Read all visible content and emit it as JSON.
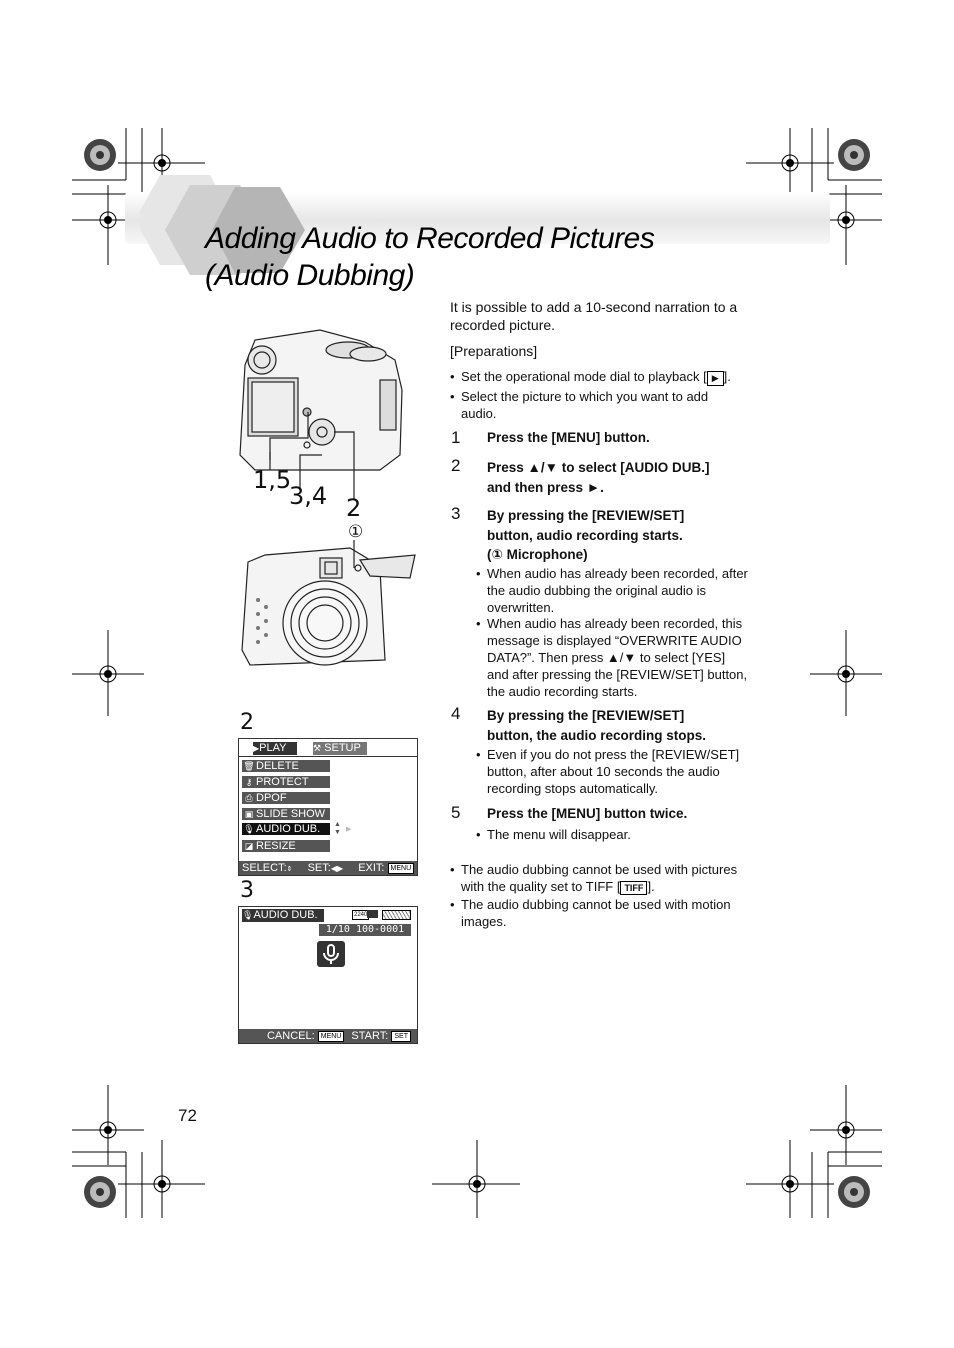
{
  "title_line1": "Adding Audio to Recorded Pictures",
  "title_line2": "(Audio Dubbing)",
  "intro": "It is possible to add a 10-second narration to a recorded picture.",
  "preparations_label": "[Preparations]",
  "prep_bullets": [
    "Set the operational mode dial to playback [",
    "Select the picture to which you want to add audio."
  ],
  "steps": [
    {
      "num": "1",
      "text": "Press the [MENU] button."
    },
    {
      "num": "2",
      "text_a": "Press ▲/▼ to select [AUDIO DUB.]",
      "text_b": "and then press ►."
    },
    {
      "num": "3",
      "text_a": "By pressing the [REVIEW/SET]",
      "text_b": "button, audio recording starts.",
      "text_c": "(① Microphone)",
      "bullets": [
        "When audio has already been recorded, after the audio dubbing the original audio is overwritten.",
        "When audio has already been recorded, this message is displayed “OVERWRITE AUDIO DATA?”. Then press ▲/▼ to select [YES] and after pressing the [REVIEW/SET] button, the audio recording starts."
      ]
    },
    {
      "num": "4",
      "text_a": "By pressing the [REVIEW/SET]",
      "text_b": "button, the audio recording stops.",
      "bullets": [
        "Even if you do not press the [REVIEW/SET] button, after about 10 seconds the audio recording stops automatically."
      ]
    },
    {
      "num": "5",
      "text": "Press the [MENU] button twice.",
      "bullets": [
        "The menu will disappear."
      ]
    }
  ],
  "notes": [
    "The audio dubbing cannot be used with pictures with the quality set to TIFF [",
    "The audio dubbing cannot be used with motion images."
  ],
  "tiff_badge": "TIFF",
  "page_number": "72",
  "camera_labels": {
    "l15": "1,5",
    "l34": "3,4",
    "l2": "2",
    "mic": "①"
  },
  "fig2": {
    "label": "2",
    "tab_play": "PLAY",
    "tab_setup": "SETUP",
    "items": [
      "DELETE",
      "PROTECT",
      "DPOF",
      "SLIDE SHOW",
      "AUDIO DUB.",
      "RESIZE"
    ],
    "bottom_select": "SELECT:",
    "bottom_set": "SET:",
    "bottom_exit": "EXIT:",
    "menu_key": "MENU"
  },
  "fig3": {
    "label": "3",
    "header": "AUDIO DUB.",
    "file_counter": "1/10  100-0001",
    "cancel": "CANCEL:",
    "start": "START:",
    "menu_key": "MENU",
    "set_key": "SET",
    "size_badge": "2240"
  }
}
